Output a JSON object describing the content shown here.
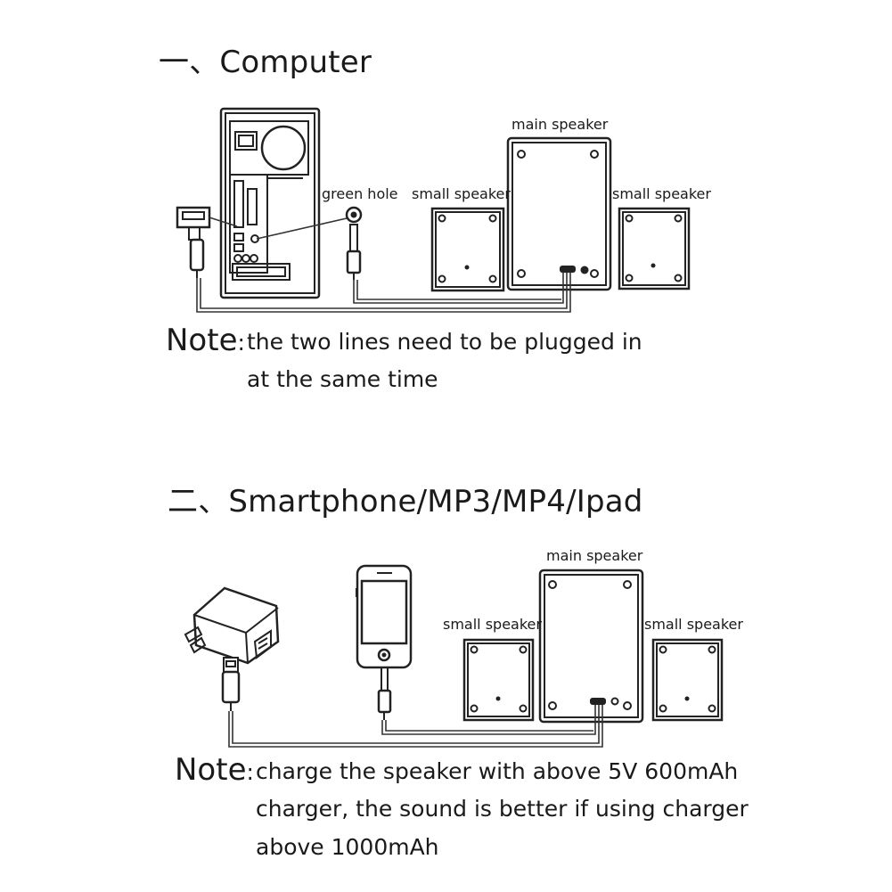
{
  "section1": {
    "title": "一、Computer",
    "labels": {
      "main_speaker": "main speaker",
      "small_speaker_left": "small speaker",
      "small_speaker_right": "small speaker",
      "green_hole": "green hole"
    },
    "note": {
      "key": "Note",
      "sep": ":",
      "line1": "the two lines need to be plugged in",
      "line2": "at the same time"
    }
  },
  "section2": {
    "title": "二、Smartphone/MP3/MP4/Ipad",
    "labels": {
      "main_speaker": "main speaker",
      "small_speaker_left": "small speaker",
      "small_speaker_right": "small speaker"
    },
    "note": {
      "key": "Note",
      "sep": ":",
      "line1": "charge the speaker with above 5V 600mAh",
      "line2": "charger, the sound is better if using charger",
      "line3": "above 1000mAh"
    }
  },
  "icons": [
    "computer-tower-icon",
    "usb-plug-icon",
    "audio-jack-icon",
    "speaker-icon",
    "wall-charger-icon",
    "smartphone-icon"
  ]
}
